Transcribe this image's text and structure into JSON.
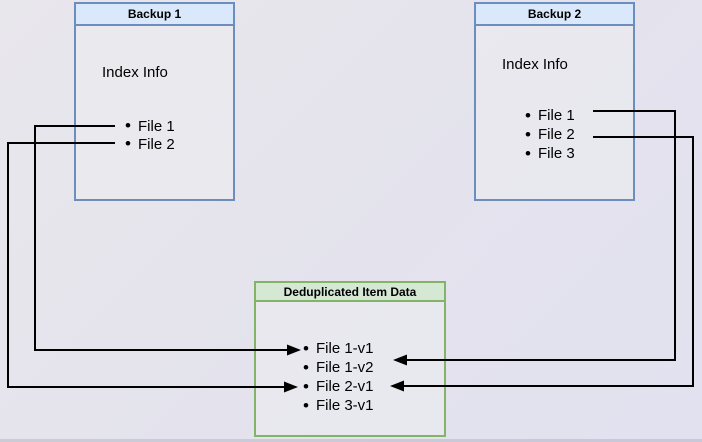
{
  "backup1": {
    "title": "Backup 1",
    "subtitle": "Index Info",
    "items": [
      "File 1",
      "File 2"
    ]
  },
  "backup2": {
    "title": "Backup 2",
    "subtitle": "Index Info",
    "items": [
      "File 1",
      "File 2",
      "File 3"
    ]
  },
  "dedup": {
    "title": "Deduplicated Item Data",
    "items": [
      "File 1-v1",
      "File 1-v2",
      "File 2-v1",
      "File 3-v1"
    ]
  },
  "connections": [
    {
      "from": "Backup 1 / File 1",
      "to": "Deduplicated Item Data / File 1-v1"
    },
    {
      "from": "Backup 1 / File 2",
      "to": "Deduplicated Item Data / File 2-v1"
    },
    {
      "from": "Backup 2 / File 1",
      "to": "Deduplicated Item Data / File 1-v2"
    },
    {
      "from": "Backup 2 / File 2",
      "to": "Deduplicated Item Data / File 2-v1"
    }
  ],
  "colors": {
    "blue_header_fill": "#dae8fc",
    "blue_border": "#6c8ebf",
    "green_header_fill": "#d5e8d4",
    "green_border": "#82b366",
    "connector": "#000000",
    "background": "#e4e3ed"
  }
}
